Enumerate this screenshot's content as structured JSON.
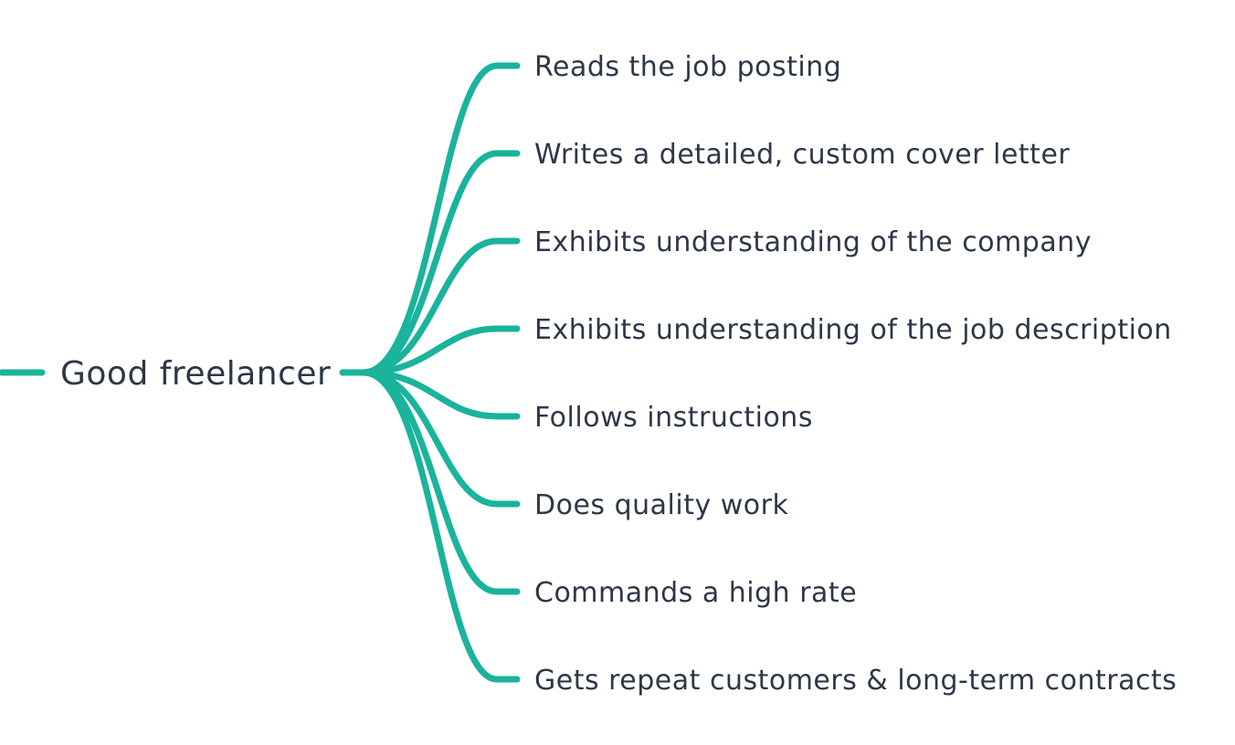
{
  "mindmap": {
    "root": {
      "label": "Good freelancer"
    },
    "children": [
      {
        "label": "Reads the job posting"
      },
      {
        "label": "Writes a detailed, custom cover letter"
      },
      {
        "label": "Exhibits understanding of the company"
      },
      {
        "label": "Exhibits understanding of the job description"
      },
      {
        "label": "Follows instructions"
      },
      {
        "label": "Does quality work"
      },
      {
        "label": "Commands a high rate"
      },
      {
        "label": "Gets repeat customers & long-term contracts"
      }
    ]
  },
  "colors": {
    "branch": "#1ab39c",
    "text": "#2d3748",
    "background": "#ffffff"
  }
}
